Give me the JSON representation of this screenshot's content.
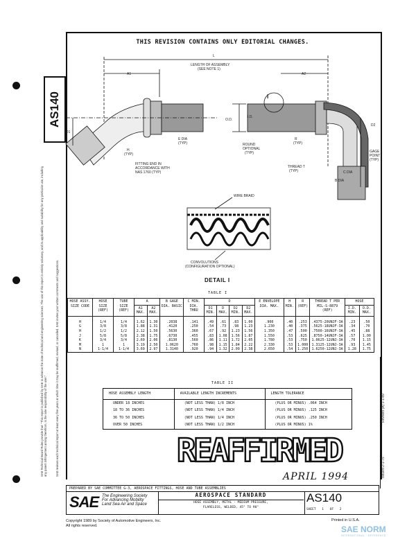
{
  "document": {
    "number": "AS140",
    "revision_note": "THIS REVISION CONTAINS ONLY EDITORIAL CHANGES.",
    "margin_left_notice_1": "SAE Technical Board Rules provide that: \"This report is published by SAE to advance the state of technical and engineering sciences. The use of this report is entirely voluntary, and its applicability and suitability for any particular use, including any patent infringement arising therefrom, is the sole responsibility of the user.\"",
    "margin_left_notice_2": "SAE reviews each technical report at least every five years at which time it may be reaffirmed, revised, or cancelled. SAE invites your written comments and suggestions.",
    "revised": "Revised (A) 1-1-89",
    "issued": "Issued 2-1-75"
  },
  "drawing": {
    "labels": {
      "L": "L",
      "length": "LENGTH OF ASSEMBLY",
      "note": "(SEE NOTE 1)",
      "A1": "A1",
      "A2": "A2",
      "D1": "D1",
      "D2": "D2",
      "E_dia": "E DIA",
      "typ": "(TYP)",
      "H": "H",
      "fitting_1": "FITTING END IN",
      "fitting_2": "ACCORDANCE WITH",
      "fitting_3": "NAS 1760 (TYP)",
      "OD": "O.D.",
      "ID": "I.D.",
      "detail_ref": "I",
      "round_1": "ROUND",
      "round_2": "OPTIONAL",
      "R": "R",
      "thread_T": "THREAD T",
      "gage_1": "GAGE",
      "gage_2": "POINT",
      "C_dia": "C DIA",
      "B_dia": "B DIA",
      "wire_braid": "WIRE BRAID",
      "convolutions": "CONVOLUTIONS",
      "config": "(CONFIGURATION OPTIONAL)"
    },
    "detail_title": "DETAIL I"
  },
  "table1": {
    "caption": "TABLE I",
    "headers": {
      "code": "HOSE ASSY. SIZE CODE",
      "hose": "HOSE SIZE (REF)",
      "tube": "TUBE SIZE (REF)",
      "A": "A",
      "A1": "A1 MAX.",
      "A2": "A2 MAX.",
      "B": "B GAGE DIA. BASIC",
      "C": "C MIN. DIA. THRU",
      "D": "D",
      "D1": "D1 MIN.",
      "Dmax": "D MAX.",
      "D2min": "D2 MIN.",
      "D2max": "D2 MAX.",
      "E": "E ENVELOPE DIA. MAX.",
      "H": "H MIN.",
      "R": "R (REF)",
      "T": "THREAD T PER MIL-S-8879 (REF)",
      "hose_grp": "HOSE",
      "id": "I.D. MIN.",
      "od": "O.D. MAX."
    },
    "rows": [
      [
        "H",
        "1/4",
        "1/4",
        "1.62",
        "1.30",
        ".2038",
        ".141",
        ".49",
        ".61",
        ".83",
        "1.00",
        ".900",
        ".40",
        ".253",
        ".4375-20UNJF-3A",
        ".23",
        ".50"
      ],
      [
        "G",
        "3/8",
        "3/8",
        "1.88",
        "1.31",
        ".4120",
        ".250",
        ".54",
        ".73",
        ".98",
        "1.23",
        "1.230",
        ".40",
        ".375",
        ".5625-18UNJF-3A",
        ".34",
        ".70"
      ],
      [
        "H",
        "1/2",
        "1/2",
        "2.12",
        "1.50",
        ".5630",
        ".360",
        ".67",
        ".92",
        "1.23",
        "1.56",
        "1.350",
        ".47",
        ".500",
        ".7500-16UNJF-3A",
        ".45",
        ".88"
      ],
      [
        "J",
        "5/8",
        "5/8",
        "2.38",
        "1.75",
        ".6730",
        ".455",
        ".83",
        "1.08",
        "1.56",
        "1.87",
        "1.550",
        ".53",
        ".625",
        ".8750-14UNJF-3A",
        ".57",
        "1.00"
      ],
      [
        "K",
        "3/4",
        "3/4",
        "2.69",
        "2.06",
        ".8130",
        ".560",
        ".86",
        "1.11",
        "1.72",
        "2.05",
        "1.780",
        ".53",
        ".750",
        "1.0625-12UNJ-3A",
        ".70",
        "1.15"
      ],
      [
        "M",
        "1",
        "1",
        "3.19",
        "2.50",
        "1.0620",
        ".760",
        ".98",
        "1.15",
        "1.84",
        "2.22",
        "2.330",
        ".53",
        "1.000",
        "1.3125-12UNJ-3A",
        ".93",
        "1.45"
      ],
      [
        "N",
        "1-1/4",
        "1-1/4",
        "3.69",
        "2.97",
        "1.3140",
        ".920",
        ".94",
        "1.32",
        "2.09",
        "2.38",
        "2.650",
        ".54",
        "1.250",
        "1.6250-12UNJ-3A",
        "1.28",
        "1.75"
      ]
    ]
  },
  "table2": {
    "caption": "TABLE II",
    "headers": [
      "HOSE ASSEMBLY LENGTH",
      "AVAILABLE LENGTH INCREMENTS",
      "LENGTH TOLERANCE"
    ],
    "rows": [
      [
        "UNDER 18 INCHES",
        "(NOT LESS THAN) 1/8 INCH",
        "(PLUS OR MINUS) .064 INCH"
      ],
      [
        "18 TO 36 INCHES",
        "(NOT LESS THAN) 1/4 INCH",
        "(PLUS OR MINUS) .125 INCH"
      ],
      [
        "36 TO 50 INCHES",
        "(NOT LESS THAN) 1/4 INCH",
        "(PLUS OR MINUS) .250 INCH"
      ],
      [
        "OVER 50 INCHES",
        "(NOT LESS THAN) 1/2 INCH",
        "(PLUS OR MINUS) 1%"
      ]
    ]
  },
  "stamp": {
    "text": "REAFFIRMED",
    "signature": "APRIL 1994"
  },
  "title_block": {
    "prepared_by": "PREPARED BY SAE COMMITTEE G-3, AEROSPACE FITTINGS, HOSE AND TUBE ASSEMBLIES",
    "logo": "SAE",
    "tagline_1": "The Engineering Society",
    "tagline_2": "For Advancing Mobility",
    "tagline_3": "Land Sea Air and Space",
    "category": "AEROSPACE   STANDARD",
    "subject_1": "HOSE ASSEMBLY, METAL - MEDIUM PRESSURE,",
    "subject_2": "FLARELESS, WELDED, 45° TO 90°",
    "sheet": "SHEET 1 OF 2"
  },
  "footer": {
    "copyright_1": "Copyright 1989 by Society of Automotive Engineers, Inc.",
    "copyright_2": "All rights reserved.",
    "printed": "Printed in U.S.A.",
    "watermark": "SAE NORM",
    "watermark_sub": "INTERNATIONAL · REFERENCE"
  }
}
